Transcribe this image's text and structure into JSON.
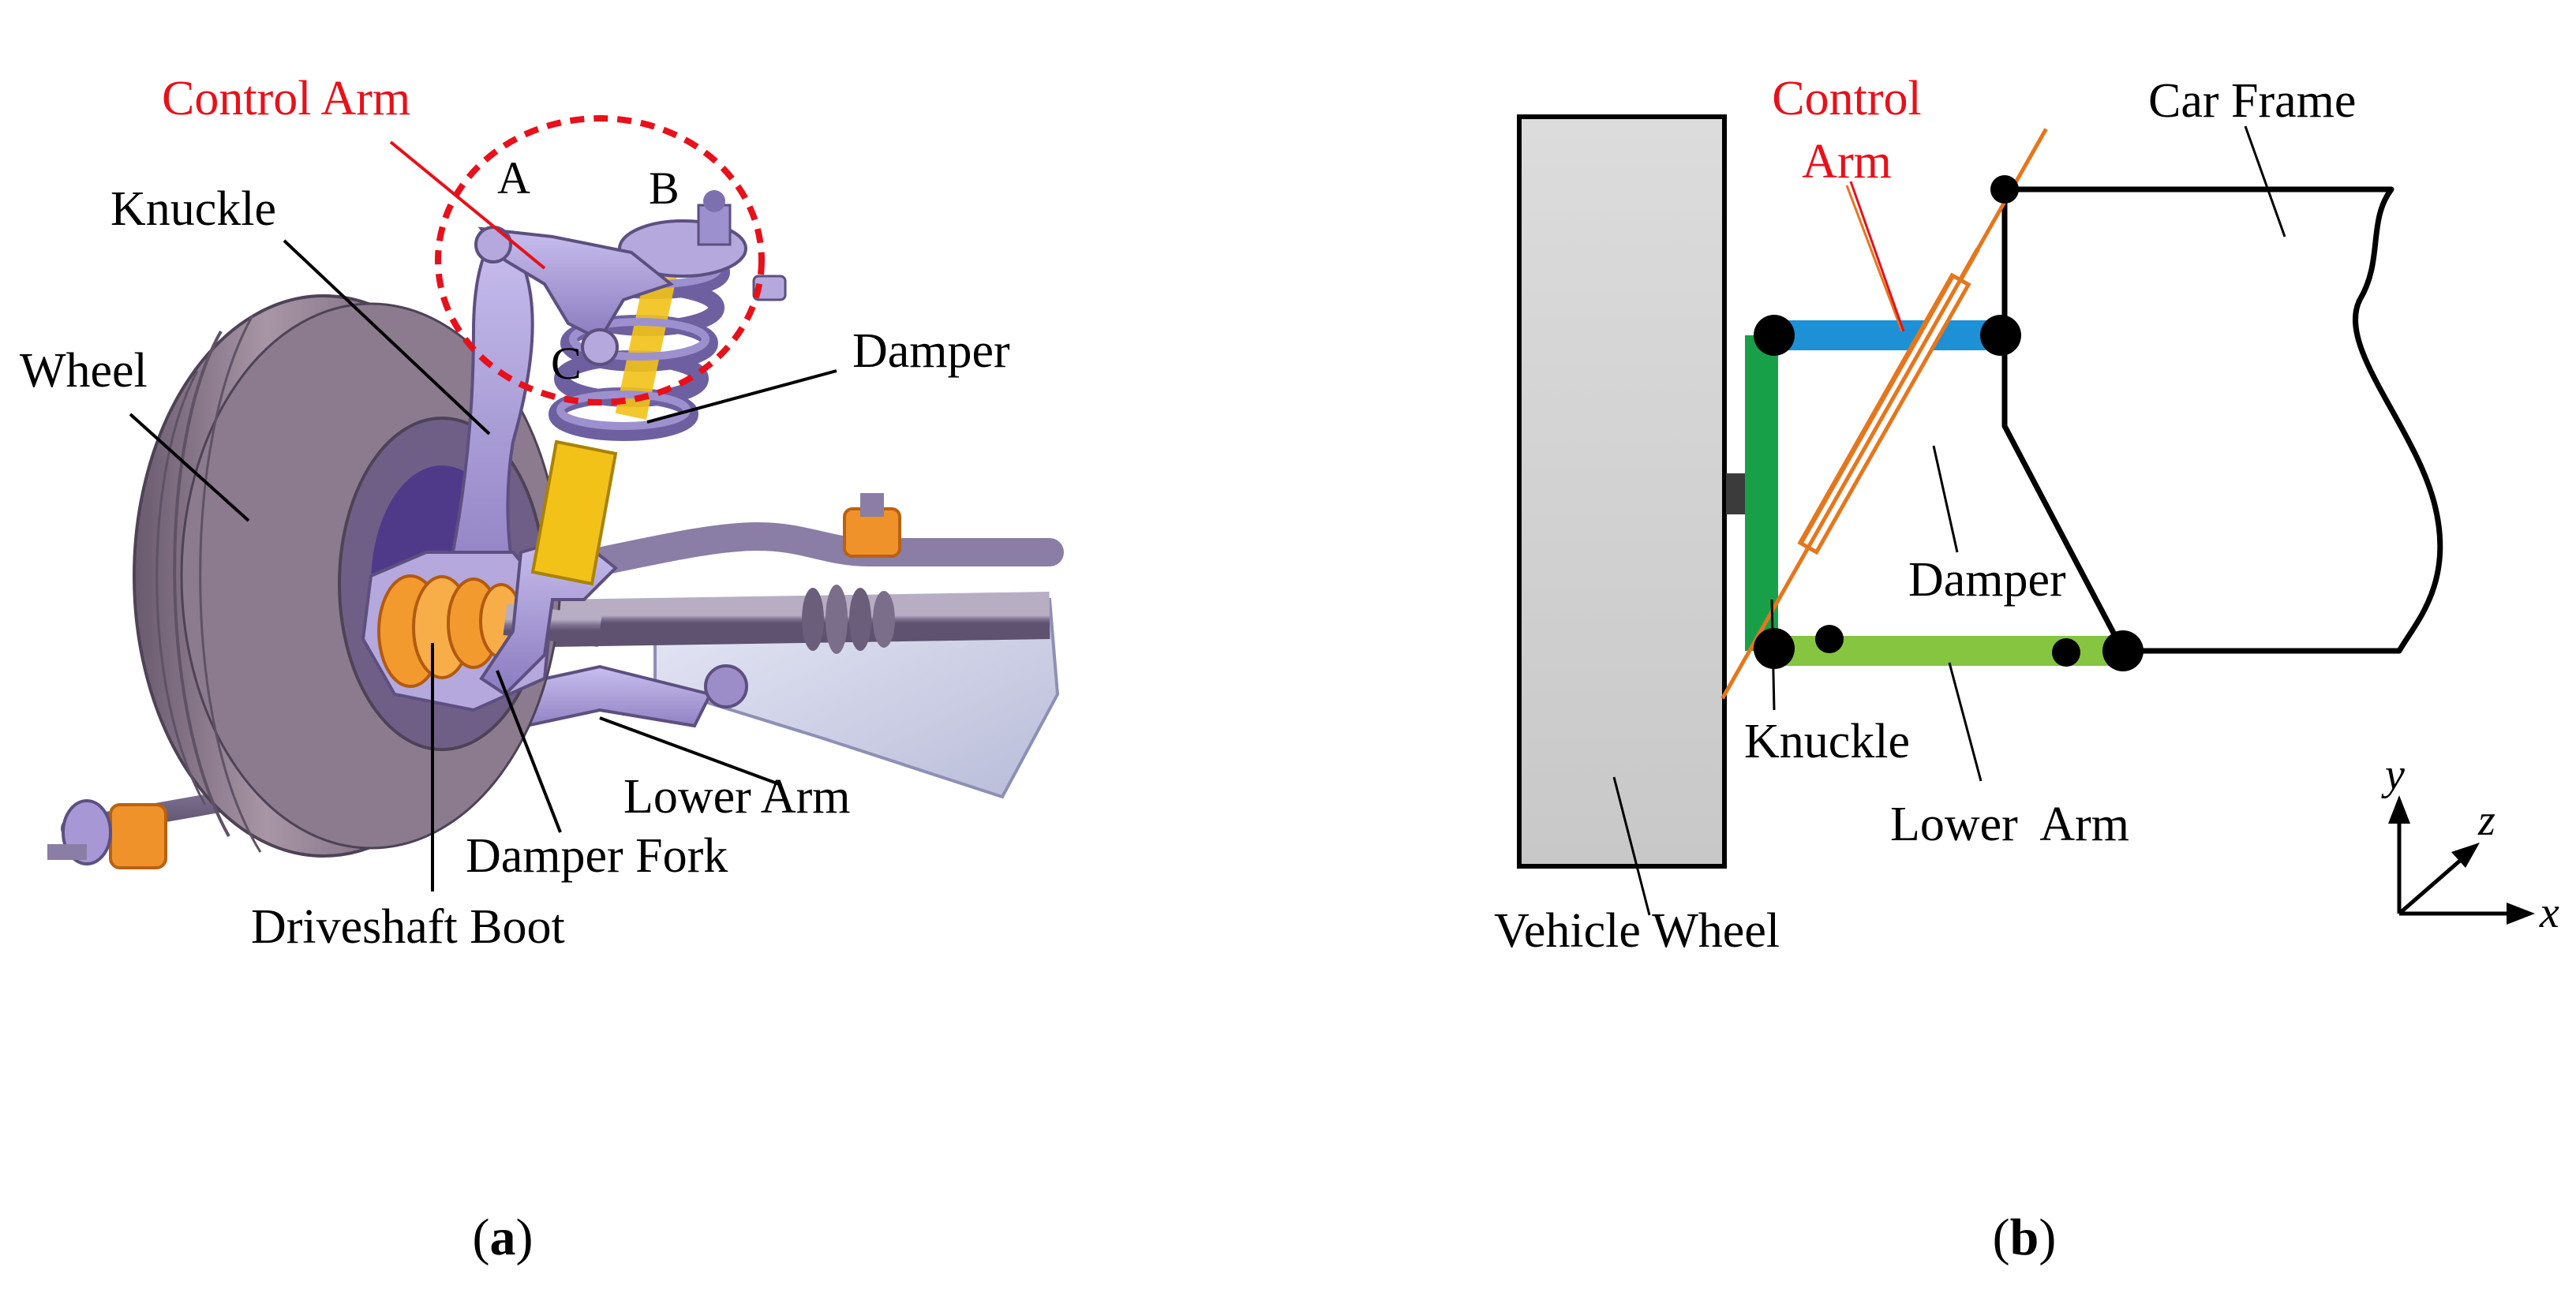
{
  "panel_a": {
    "labels": {
      "control_arm": "Control Arm",
      "knuckle": "Knuckle",
      "wheel": "Wheel",
      "damper": "Damper",
      "lower_arm": "Lower Arm",
      "damper_fork": "Damper Fork",
      "driveshaft_boot": "Driveshaft Boot",
      "point_a": "A",
      "point_b": "B",
      "point_c": "C"
    },
    "caption": {
      "open": "(",
      "letter": "a",
      "close": ")"
    }
  },
  "panel_b": {
    "labels": {
      "control_arm_line1": "Control",
      "control_arm_line2": "Arm",
      "car_frame": "Car Frame",
      "damper": "Damper",
      "knuckle": "Knuckle",
      "lower_arm": "Lower  Arm",
      "vehicle_wheel": "Vehicle Wheel",
      "axis_x": "x",
      "axis_y": "y",
      "axis_z": "z"
    },
    "caption": {
      "open": "(",
      "letter": "b",
      "close": ")"
    }
  },
  "colors": {
    "highlight_red": "#e8101a",
    "control_arm_blue": "#1e90d6",
    "knuckle_green": "#18a049",
    "lower_arm_green": "#86c540",
    "damper_orange": "#e6761c",
    "wheel_gray": "#d3d3d3",
    "part_purple": "#a797d4",
    "spring_yellow": "#f2c218"
  }
}
